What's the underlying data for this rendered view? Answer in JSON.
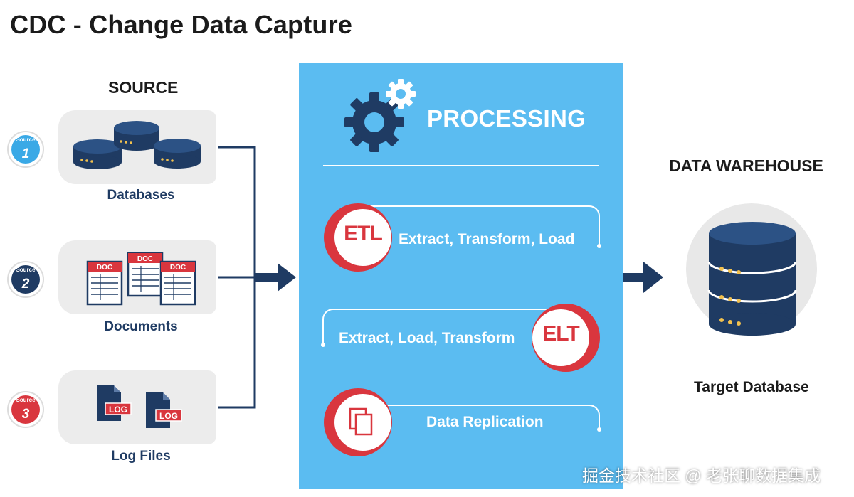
{
  "title": "CDC - Change Data Capture",
  "source": {
    "heading": "SOURCE",
    "items": [
      {
        "badge_label": "Source",
        "number": "1",
        "caption": "Databases",
        "badge_color": "#3aa9e6",
        "icon": "database-icon"
      },
      {
        "badge_label": "Source",
        "number": "2",
        "caption": "Documents",
        "badge_color": "#1f3b63",
        "icon": "document-icon",
        "doc_label": "DOC"
      },
      {
        "badge_label": "Source",
        "number": "3",
        "caption": "Log Files",
        "badge_color": "#d9363e",
        "icon": "log-file-icon",
        "log_label": "LOG"
      }
    ]
  },
  "processing": {
    "heading": "PROCESSING",
    "methods": [
      {
        "badge": "ETL",
        "text": "Extract, Transform, Load",
        "icon": "etl-badge"
      },
      {
        "badge": "ELT",
        "text": "Extract, Load, Transform",
        "icon": "elt-badge"
      },
      {
        "badge": "",
        "text": "Data Replication",
        "icon": "copy-icon"
      }
    ]
  },
  "warehouse": {
    "heading": "DATA WAREHOUSE",
    "caption": "Target Database",
    "icon": "database-stack-icon"
  },
  "watermark": "掘金技术社区 @ 老张聊数据集成",
  "colors": {
    "navy": "#1f3b63",
    "processing_blue": "#5bbcf1",
    "red": "#d9363e",
    "light_blue": "#3aa9e6",
    "card_gray": "#ececec"
  }
}
